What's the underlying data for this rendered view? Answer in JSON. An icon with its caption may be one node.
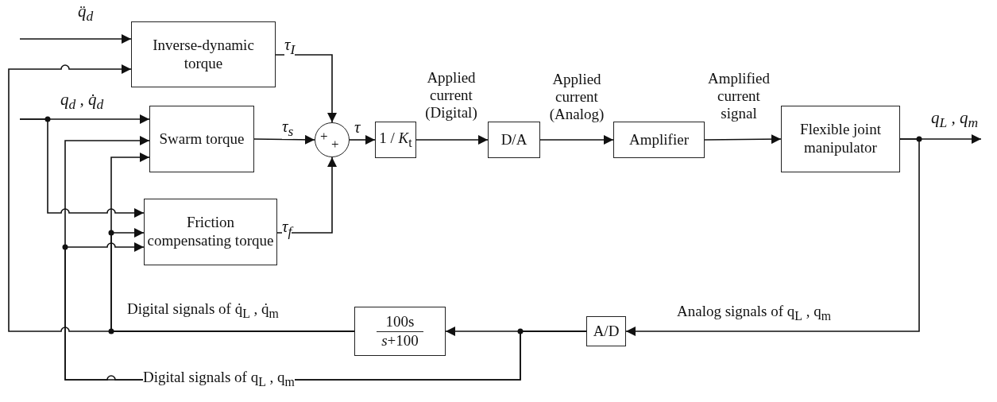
{
  "diagram": {
    "nodes": [
      {
        "text": [
          "Inverse-dynamic torque"
        ]
      },
      {
        "text": [
          "Swarm torque"
        ]
      },
      {
        "text": [
          "Friction compensating torque"
        ]
      },
      {
        "text": [
          "+",
          "+"
        ]
      },
      {
        "text": [
          "1 / *K*$_{t}$"
        ]
      },
      {
        "text": [
          "D/A"
        ]
      },
      {
        "text": [
          "Amplifier"
        ]
      },
      {
        "text": [
          "Flexible joint manipulator"
        ]
      },
      {
        "text": [
          "A/D"
        ]
      },
      {
        "text": [
          "100s",
          "*s*+100"
        ]
      }
    ],
    "edges": [
      {
        "from": null,
        "to": 0,
        "arrow": "to",
        "label": "q̈$_{d}$"
      },
      {
        "from": 9,
        "to": 0,
        "arrow": "to",
        "label": "Digital signals of q̇$_{L}$ , q̇$_{m}$"
      },
      {
        "from": null,
        "to": 1,
        "arrow": "to",
        "label": "q$_{d}$ , q̇$_{d}$"
      },
      {
        "from": 8,
        "to": 1,
        "arrow": "to",
        "label": "Digital signals of q$_{L}$ , q$_{m}$"
      },
      {
        "from": 9,
        "to": 1,
        "arrow": "to"
      },
      {
        "from": null,
        "to": 2,
        "arrow": "to"
      },
      {
        "from": 9,
        "to": 2,
        "arrow": "to"
      },
      {
        "from": 8,
        "to": 2,
        "arrow": "to"
      },
      {
        "from": 0,
        "to": 3,
        "arrow": "to",
        "label": "τ$_{I}$"
      },
      {
        "from": 1,
        "to": 3,
        "arrow": "to",
        "label": "τ$_{s}$"
      },
      {
        "from": 2,
        "to": 3,
        "arrow": "to",
        "label": "τ$_{f}$"
      },
      {
        "from": 3,
        "to": 4,
        "arrow": "to",
        "label": "τ"
      },
      {
        "from": 4,
        "to": 5,
        "arrow": "to",
        "label": "Applied current (Digital)"
      },
      {
        "from": 5,
        "to": 6,
        "arrow": "to",
        "label": "Applied current (Analog)"
      },
      {
        "from": 6,
        "to": 7,
        "arrow": "to",
        "label": "Amplified current signal"
      },
      {
        "from": 7,
        "to": null,
        "arrow": "to",
        "label": "q$_{L}$ , q$_{m}$"
      },
      {
        "from": 7,
        "to": 8,
        "arrow": "to",
        "label": "Analog signals of q$_{L}$ , q$_{m}$"
      },
      {
        "from": 8,
        "to": 9,
        "arrow": "to"
      }
    ]
  }
}
